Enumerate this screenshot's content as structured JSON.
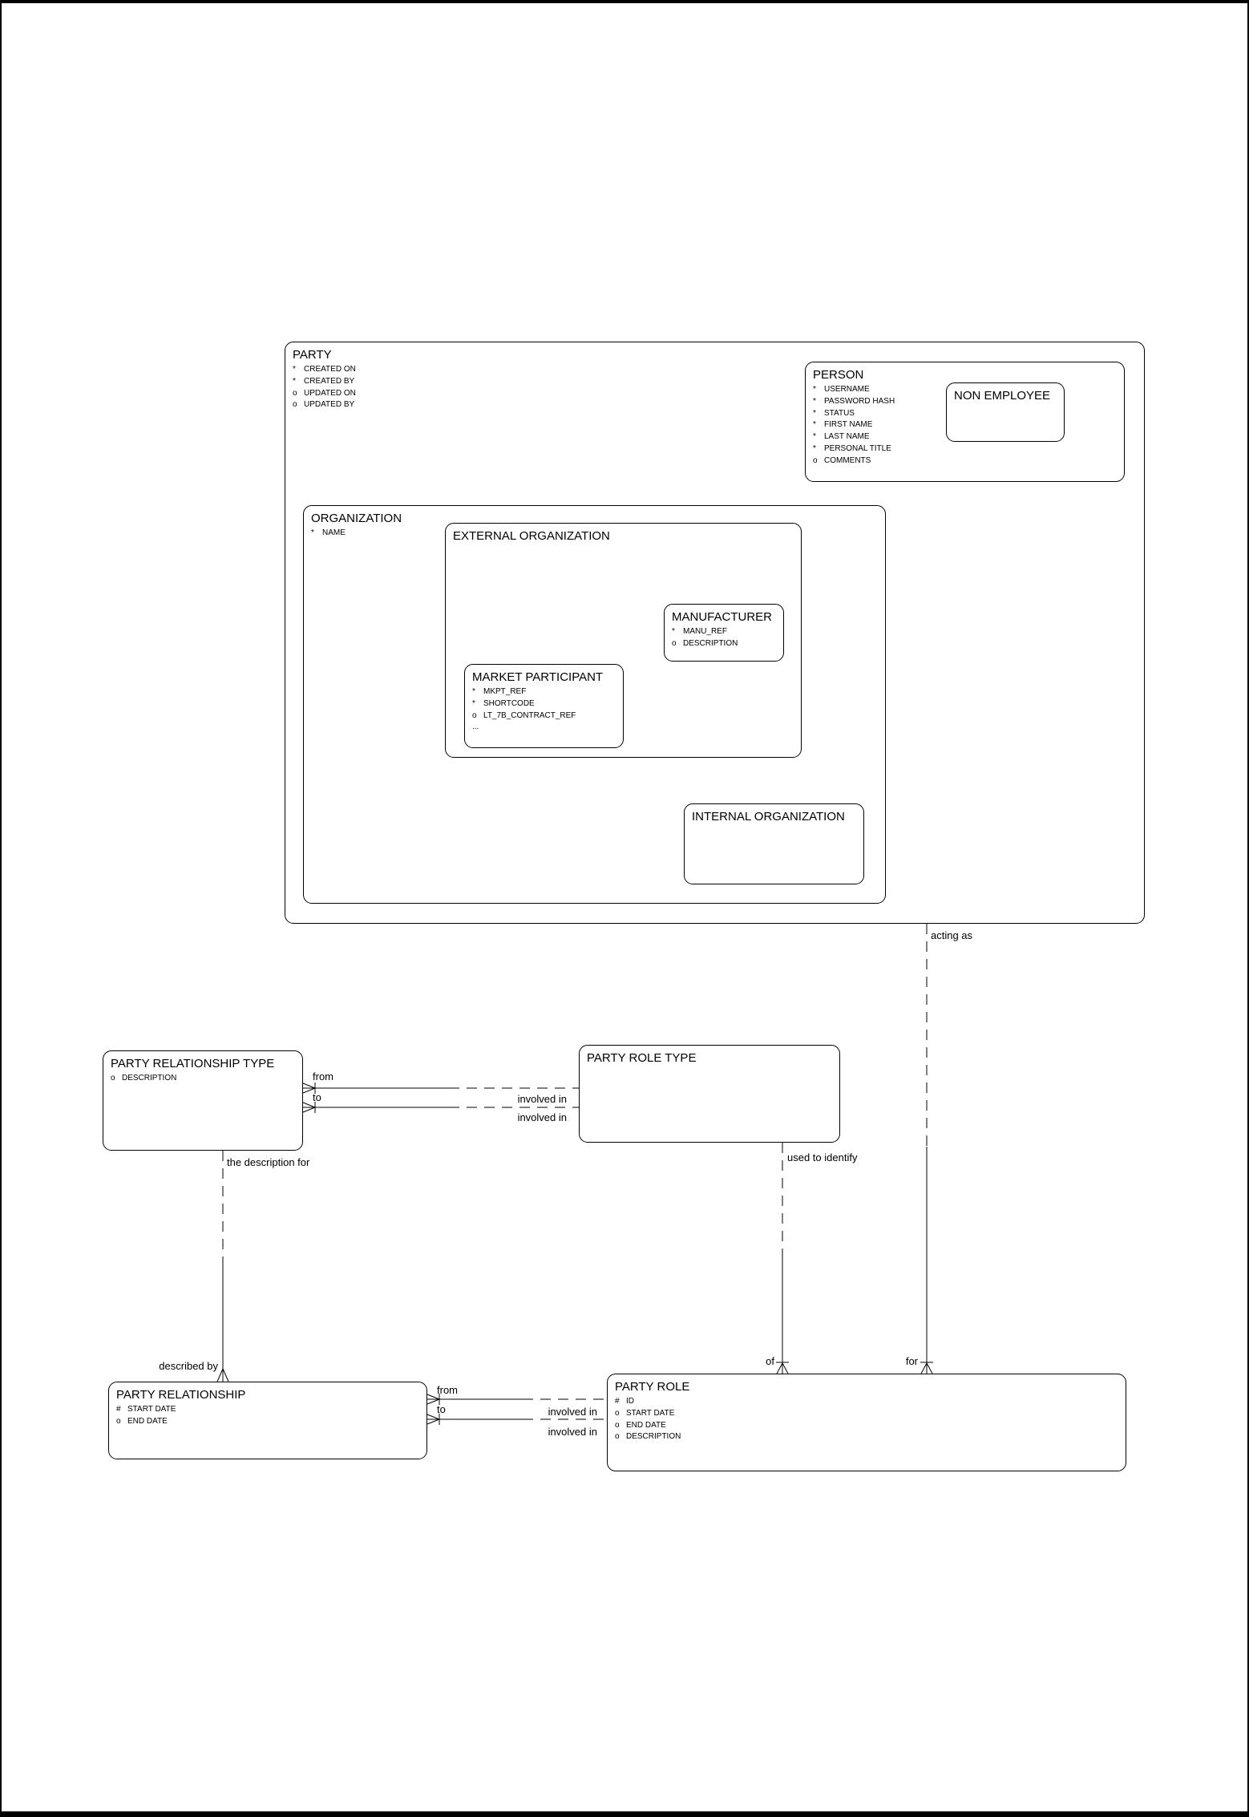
{
  "colors": {
    "line": "#000000",
    "background": "#ffffff"
  },
  "entities": {
    "party": {
      "title": "PARTY",
      "attrs": [
        {
          "m": "*",
          "n": "CREATED ON"
        },
        {
          "m": "*",
          "n": "CREATED BY"
        },
        {
          "m": "o",
          "n": "UPDATED ON"
        },
        {
          "m": "o",
          "n": "UPDATED BY"
        }
      ]
    },
    "person": {
      "title": "PERSON",
      "attrs": [
        {
          "m": "*",
          "n": "USERNAME"
        },
        {
          "m": "*",
          "n": "PASSWORD HASH"
        },
        {
          "m": "*",
          "n": "STATUS"
        },
        {
          "m": "*",
          "n": "FIRST NAME"
        },
        {
          "m": "*",
          "n": "LAST NAME"
        },
        {
          "m": "*",
          "n": "PERSONAL TITLE"
        },
        {
          "m": "o",
          "n": "COMMENTS"
        }
      ]
    },
    "non_employee": {
      "title": "NON EMPLOYEE",
      "attrs": []
    },
    "organization": {
      "title": "ORGANIZATION",
      "attrs": [
        {
          "m": "*",
          "n": "NAME"
        }
      ]
    },
    "external_organization": {
      "title": "EXTERNAL ORGANIZATION",
      "attrs": []
    },
    "manufacturer": {
      "title": "MANUFACTURER",
      "attrs": [
        {
          "m": "*",
          "n": "MANU_REF"
        },
        {
          "m": "o",
          "n": "DESCRIPTION"
        }
      ]
    },
    "market_participant": {
      "title": "MARKET PARTICIPANT",
      "attrs": [
        {
          "m": "*",
          "n": "MKPT_REF"
        },
        {
          "m": "*",
          "n": "SHORTCODE"
        },
        {
          "m": "o",
          "n": "LT_7B_CONTRACT_REF"
        },
        {
          "m": "...",
          "n": ""
        }
      ]
    },
    "internal_organization": {
      "title": "INTERNAL ORGANIZATION",
      "attrs": []
    },
    "party_relationship_type": {
      "title": "PARTY RELATIONSHIP TYPE",
      "attrs": [
        {
          "m": "o",
          "n": "DESCRIPTION"
        }
      ]
    },
    "party_role_type": {
      "title": "PARTY ROLE TYPE",
      "attrs": []
    },
    "party_relationship": {
      "title": "PARTY RELATIONSHIP",
      "attrs": [
        {
          "m": "#",
          "n": "START DATE"
        },
        {
          "m": "o",
          "n": "END DATE"
        }
      ]
    },
    "party_role": {
      "title": "PARTY ROLE",
      "attrs": [
        {
          "m": "#",
          "n": "ID"
        },
        {
          "m": "o",
          "n": "START DATE"
        },
        {
          "m": "o",
          "n": "END DATE"
        },
        {
          "m": "o",
          "n": "DESCRIPTION"
        }
      ]
    }
  },
  "labels": {
    "acting_as": "acting as",
    "the_description_for": "the description for",
    "described_by": "described by",
    "used_to_identify": "used to identify",
    "of": "of",
    "for": "for",
    "from": "from",
    "to": "to",
    "involved_in": "involved in"
  }
}
